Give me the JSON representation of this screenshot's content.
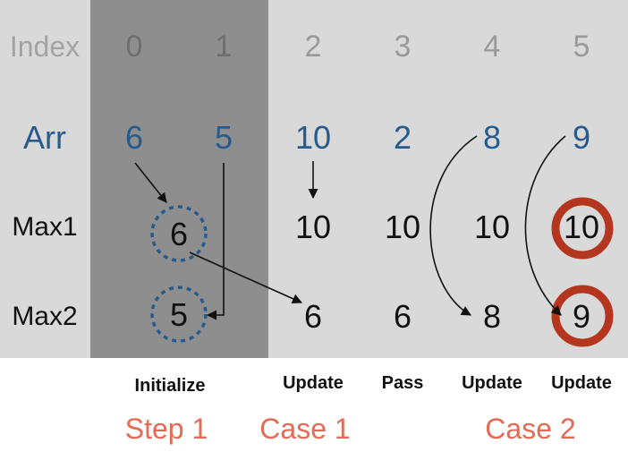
{
  "colors": {
    "panel": "#d9d9d9",
    "shade": "#8e8e8e",
    "index_text": "#9a9a9a",
    "arr_text": "#275b8c",
    "value_text": "#111111",
    "dashed_circle": "#275b8c",
    "highlight_ring": "#b5361f",
    "phase_text": "#e36a55"
  },
  "row_labels": {
    "index": "Index",
    "arr": "Arr",
    "max1": "Max1",
    "max2": "Max2"
  },
  "indices": [
    "0",
    "1",
    "2",
    "3",
    "4",
    "5"
  ],
  "arr": [
    "6",
    "5",
    "10",
    "2",
    "8",
    "9"
  ],
  "max1": [
    "6",
    "10",
    "10",
    "10",
    "10"
  ],
  "max2": [
    "5",
    "6",
    "6",
    "8",
    "9"
  ],
  "actions": [
    "Initialize",
    "Update",
    "Pass",
    "Update",
    "Update"
  ],
  "phases": [
    "Step 1",
    "Case 1",
    "Case 2"
  ]
}
